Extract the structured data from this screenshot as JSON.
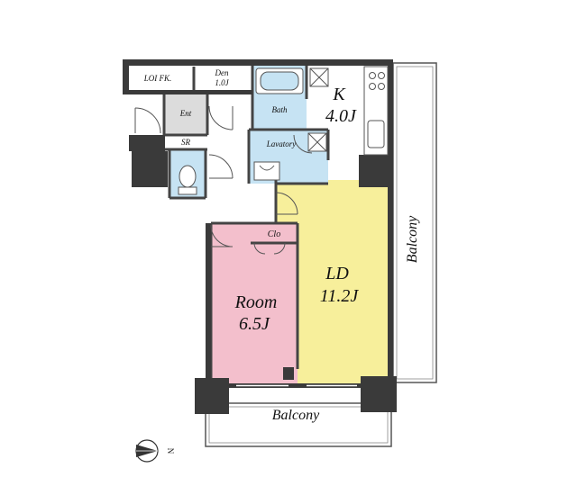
{
  "rooms": {
    "loi_fk": "LOI FK.",
    "den_name": "Den",
    "den_size": "1.0J",
    "entrance": "Ent",
    "storage": "SR",
    "bath": "Bath",
    "lavatory": "Lavatory",
    "kitchen_name": "K",
    "kitchen_size": "4.0J",
    "closet": "Clo",
    "room_name": "Room",
    "room_size": "6.5J",
    "ld_name": "LD",
    "ld_size": "11.2J",
    "balcony_east": "Balcony",
    "balcony_south": "Balcony"
  },
  "compass": {
    "north_label": "N"
  },
  "colors": {
    "wall": "#3a3a3a",
    "ld_floor": "#f7ef9b",
    "room_floor": "#f3bfcc",
    "wet_floor": "#c6e3f3",
    "line": "#444444"
  }
}
